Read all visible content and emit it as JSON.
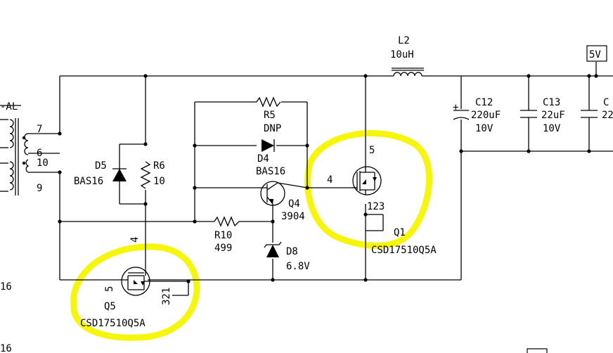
{
  "colors": {
    "highlight": "#f5f500",
    "ink": "#000000",
    "background": "#ffffff"
  },
  "labels": {
    "transformer": "-AL",
    "pin7": "7",
    "pin6": "6",
    "pin10": "10",
    "pin9": "9",
    "left_num_top": "16",
    "left_num_bottom": "16",
    "D5_ref": "D5",
    "D5_val": "BAS16",
    "R6_ref": "R6",
    "R6_val": "10",
    "R5_ref": "R5",
    "R5_val": "DNP",
    "D4_ref": "D4",
    "D4_val": "BAS16",
    "Q4_ref": "Q4",
    "Q4_val": "3904",
    "R10_ref": "R10",
    "R10_val": "499",
    "D8_ref": "D8",
    "D8_val": "6.8V",
    "Q1_ref": "Q1",
    "Q1_val": "CSD17510Q5A",
    "Q1_pin_gate": "4",
    "Q1_pin_drain": "5",
    "Q1_pin_source": "123",
    "Q5_ref": "Q5",
    "Q5_val": "CSD17510Q5A",
    "Q5_pin_gate": "4",
    "Q5_pin_drain": "5",
    "Q5_pin_source": "321",
    "L2_ref": "L2",
    "L2_val": "10uH",
    "C12_ref": "C12",
    "C12_val1": "220uF",
    "C12_val2": "10V",
    "C12_plus": "+",
    "C13_ref": "C13",
    "C13_val1": "22uF",
    "C13_val2": "10V",
    "C14_ref": "C",
    "C14_val1": "22",
    "net_5v": "5V"
  }
}
